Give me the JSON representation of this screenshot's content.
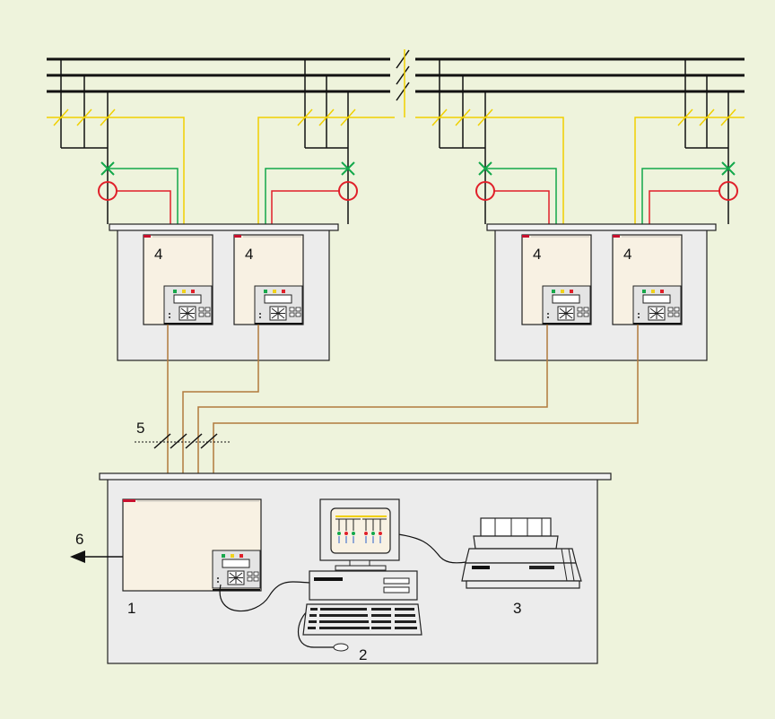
{
  "labels": {
    "central_unit": "1",
    "computer": "2",
    "printer": "3",
    "relay": "4",
    "fiber_link": "5",
    "remote_link": "6"
  },
  "colors": {
    "background": "#eef3dc",
    "busbar": "#111111",
    "voltage_wiring": "#f0d000",
    "breaker_wiring": "#12a84a",
    "current_wiring": "#e0202a",
    "fiber_wiring": "#b07a3c",
    "cabinet_fill": "#ececec",
    "relay_fill": "#f8f1e3"
  },
  "icons": {
    "breaker": "breaker-x-icon",
    "current_transformer": "ct-circle-icon",
    "relay_keypad": "relay-keypad-icon",
    "computer": "computer-icon",
    "printer": "printer-icon",
    "arrow": "arrow-left-icon"
  }
}
